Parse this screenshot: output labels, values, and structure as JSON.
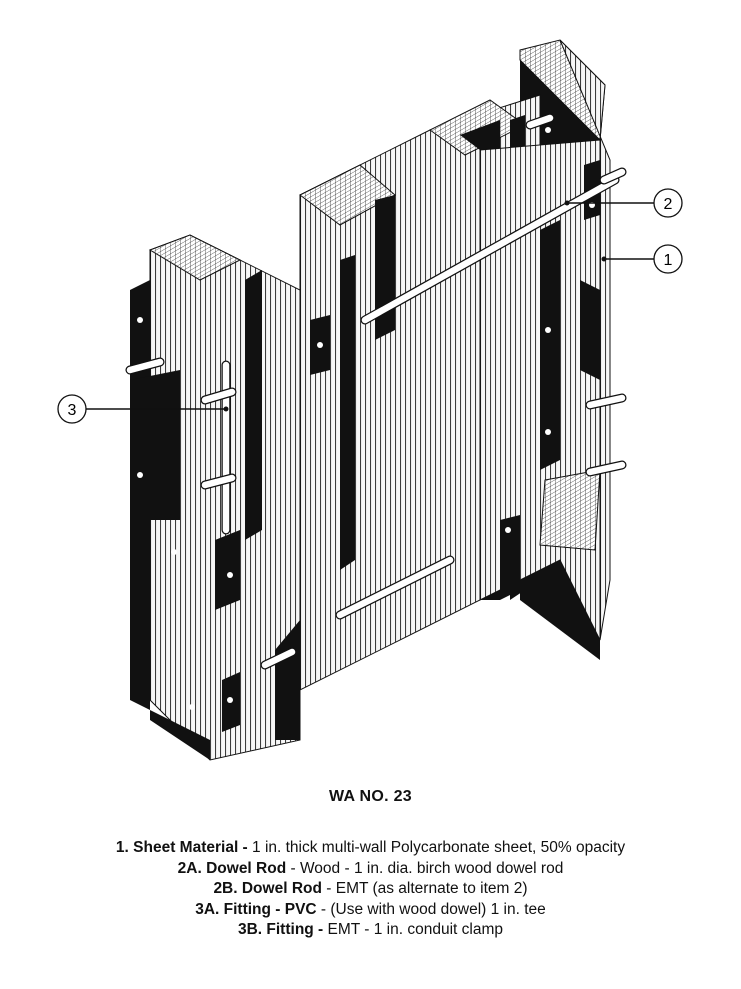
{
  "callouts": [
    {
      "id": "callout-1",
      "label": "1"
    },
    {
      "id": "callout-2",
      "label": "2"
    },
    {
      "id": "callout-3",
      "label": "3"
    }
  ],
  "title": "WA NO. 23",
  "legend": [
    {
      "key": "1. Sheet Material -",
      "text": " 1 in. thick multi-wall Polycarbonate sheet, 50% opacity"
    },
    {
      "key": "2A. Dowel Rod",
      "text": " - Wood - 1 in. dia. birch wood dowel rod"
    },
    {
      "key": "2B. Dowel Rod",
      "text": " - EMT (as alternate to item 2)"
    },
    {
      "key": "3A. Fitting - PVC",
      "text": " - (Use with wood dowel) 1 in. tee"
    },
    {
      "key": "3B. Fitting -",
      "text": " EMT - 1 in. conduit clamp"
    }
  ],
  "colors": {
    "ink": "#111111",
    "paper": "#ffffff",
    "fin": "#e4e4e4"
  }
}
